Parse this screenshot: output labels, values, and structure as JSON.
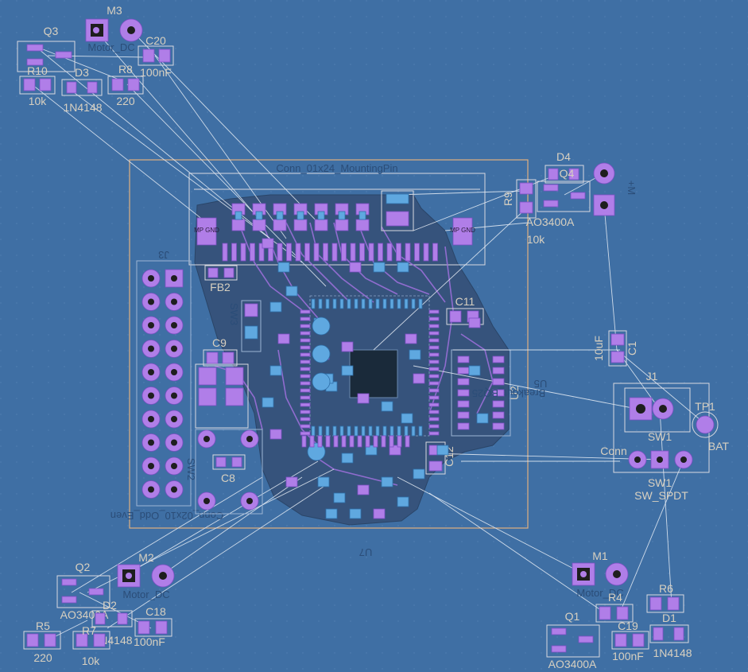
{
  "colors": {
    "background": "#3f6fa4",
    "copper_pour": "#36537c",
    "pad_top": "#b07ee8",
    "pad_bottom": "#5fa8e0",
    "silkscreen": "#d8d0c0",
    "board_edge": "#e0b080",
    "ratsnest": "#e8eef6"
  },
  "components": [
    {
      "id": "M3",
      "ref": "M3",
      "value": "Motor_DC"
    },
    {
      "id": "Q3",
      "ref": "Q3",
      "value": ""
    },
    {
      "id": "C20",
      "ref": "C20",
      "value": "100nF"
    },
    {
      "id": "R10",
      "ref": "R10",
      "value": "10k"
    },
    {
      "id": "D3",
      "ref": "D3",
      "value": "1N4148"
    },
    {
      "id": "R8",
      "ref": "R8",
      "value": "220"
    },
    {
      "id": "D4",
      "ref": "D4",
      "value": ""
    },
    {
      "id": "Q4",
      "ref": "Q4",
      "value": "AO3400A"
    },
    {
      "id": "R9",
      "ref": "R9",
      "value": "10k"
    },
    {
      "id": "J3",
      "ref": "J3",
      "value": "Conn_01x24_MountingPin"
    },
    {
      "id": "J1",
      "ref": "J1",
      "value": "Conn"
    },
    {
      "id": "C1",
      "ref": "C1",
      "value": "10uF"
    },
    {
      "id": "TP1",
      "ref": "TP1",
      "value": "BAT"
    },
    {
      "id": "SW1",
      "ref": "SW1",
      "value": "SW_SPDT"
    },
    {
      "id": "FB2",
      "ref": "FB2",
      "value": ""
    },
    {
      "id": "C9",
      "ref": "C9",
      "value": ""
    },
    {
      "id": "C8",
      "ref": "C8",
      "value": ""
    },
    {
      "id": "C11",
      "ref": "C11",
      "value": ""
    },
    {
      "id": "C12",
      "ref": "C12",
      "value": ""
    },
    {
      "id": "U2",
      "ref": "U2",
      "value": ""
    },
    {
      "id": "U7",
      "ref": "U7",
      "value": ""
    },
    {
      "id": "M2",
      "ref": "M2",
      "value": "Motor_DC"
    },
    {
      "id": "Q2",
      "ref": "Q2",
      "value": "AO3400A"
    },
    {
      "id": "D2",
      "ref": "D2",
      "value": "1N4148"
    },
    {
      "id": "C18",
      "ref": "C18",
      "value": "100nF"
    },
    {
      "id": "R5",
      "ref": "R5",
      "value": "220"
    },
    {
      "id": "R7",
      "ref": "R7",
      "value": "10k"
    },
    {
      "id": "M1",
      "ref": "M1",
      "value": "Motor_DC"
    },
    {
      "id": "R4",
      "ref": "R4",
      "value": ""
    },
    {
      "id": "R6",
      "ref": "R6",
      "value": ""
    },
    {
      "id": "Q1",
      "ref": "Q1",
      "value": "AO3400A"
    },
    {
      "id": "C19",
      "ref": "C19",
      "value": "100nF"
    },
    {
      "id": "D1",
      "ref": "D1",
      "value": "1N4148"
    }
  ],
  "labels": {
    "mp_gnd": "MP GND",
    "motor_plus": "+M",
    "bottom_j3": "J3",
    "bottom_j2": "Conn_02x10_Odd_Even",
    "bottom_u5": "U5",
    "bottom_breakout": "Breakout_BQ25",
    "bottom_sw3": "SW3",
    "bottom_sw2": "SW2",
    "bottom_u7": "U7"
  }
}
